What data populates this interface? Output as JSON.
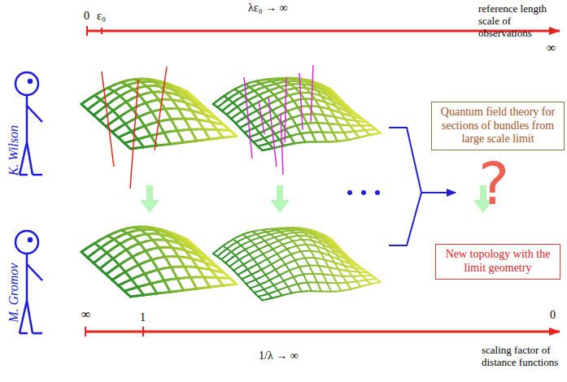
{
  "diagram": {
    "nodes": [
      {
        "text": [
          "Quantum field theory for sections of bundles from large scale limit"
        ]
      },
      {
        "text": [
          "New topology with the limit geometry"
        ]
      }
    ],
    "edges": [],
    "labels": [
      "0",
      "ε₀",
      "λε₀ → ∞",
      "reference length scale of observations",
      "∞",
      "K. Wilson",
      "M. Gromov",
      "?",
      "∞",
      "1",
      "0",
      "1/λ → ∞",
      "scaling factor of distance functions"
    ]
  }
}
